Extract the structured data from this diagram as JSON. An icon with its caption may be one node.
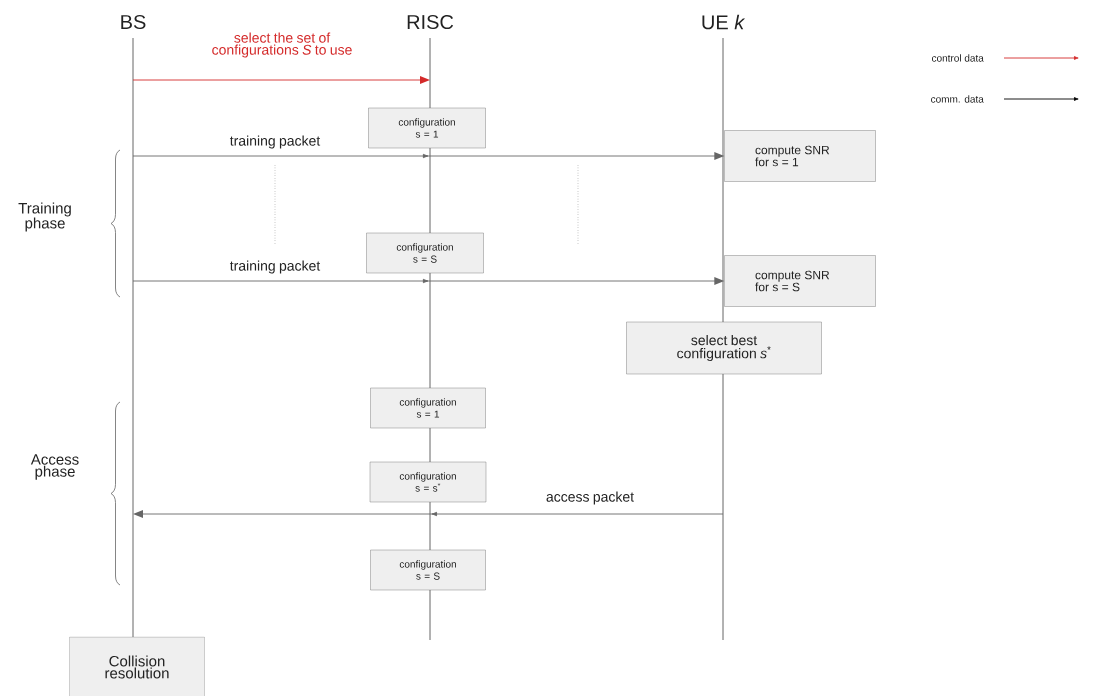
{
  "diagram": {
    "nodes": [
      {
        "text": [
          "BS"
        ]
      },
      {
        "text": [
          "RISC"
        ]
      },
      {
        "text": [
          "UE *k*"
        ]
      },
      {
        "text": [],
        "shape": "bar"
      },
      {
        "text": [],
        "shape": "bar"
      },
      {
        "text": [],
        "shape": "bar"
      },
      {
        "text": [
          "configuration s = 1"
        ]
      },
      {
        "text": [
          "compute SNR for s = 1"
        ]
      },
      {
        "text": [
          "configuration s = S"
        ]
      },
      {
        "text": [
          "compute SNR for s = S"
        ]
      },
      {
        "text": [
          "select best configuration *s*$^{*}$"
        ]
      },
      {
        "text": [
          "configuration s = 1"
        ]
      },
      {
        "text": [
          "configuration s = s$^{*}$"
        ]
      },
      {
        "text": [
          "configuration s = S"
        ]
      },
      {
        "text": [
          "Collision resolution"
        ]
      }
    ],
    "edges": [
      {
        "from": 3,
        "to": 4,
        "arrow": "to",
        "label": "select the set of configurations *S* to use",
        "color": "#d42a2a"
      },
      {
        "from": 3,
        "to": 7,
        "arrow": "to",
        "label": "training packet"
      },
      {
        "from": 3,
        "to": 9,
        "arrow": "to",
        "label": "training packet"
      },
      {
        "from": 5,
        "to": 3,
        "arrow": "to",
        "label": "access packet"
      }
    ],
    "labels": [
      "Training phase",
      "Access phase"
    ],
    "legend": [
      {
        "text": "control data"
      },
      {
        "text": "comm. data"
      }
    ]
  }
}
